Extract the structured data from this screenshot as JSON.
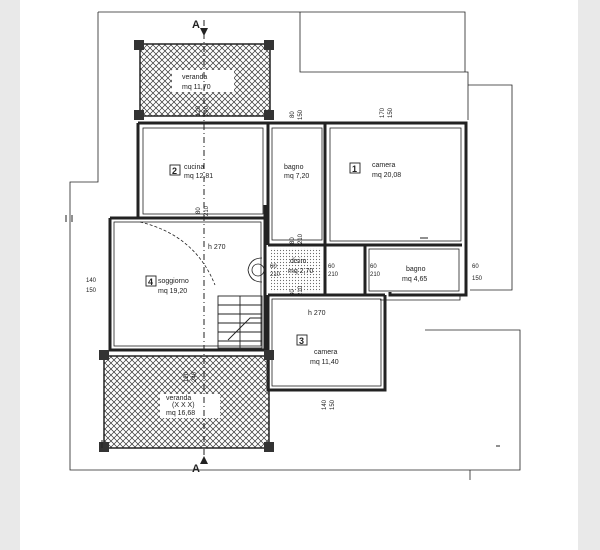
{
  "rooms": {
    "veranda_top": {
      "name": "veranda",
      "area": "mq 11,70"
    },
    "cucina": {
      "number": "2",
      "name": "cucina",
      "area": "mq 12,81"
    },
    "bagno_top": {
      "name": "bagno",
      "area": "mq 7,20"
    },
    "camera_top": {
      "number": "1",
      "name": "camera",
      "area": "mq 20,08"
    },
    "soggiorno": {
      "number": "4",
      "name": "soggiorno",
      "area": "mq 19,20",
      "height": "h 270"
    },
    "disimpegno": {
      "name": "disim.",
      "area": "mq 2,70"
    },
    "bagno_right": {
      "name": "bagno",
      "area": "mq 4,65"
    },
    "camera_bottom": {
      "number": "3",
      "name": "camera",
      "area": "mq 11,40",
      "height": "h 270"
    },
    "veranda_bottom": {
      "name": "veranda",
      "area": "mq 16,68",
      "note": "(X X X)"
    }
  },
  "section_marks": {
    "top": "A",
    "bottom": "A"
  },
  "dimensions": {
    "d120": "120",
    "d240": "240",
    "d80": "80",
    "d150": "150",
    "d170": "170",
    "d210": "210",
    "d60": "60",
    "d270": "270",
    "d140": "140",
    "d140_150": "140\n150"
  },
  "colors": {
    "line": "#222222",
    "hatch": "#333333",
    "paper": "#ffffff",
    "frame": "#e9e9e9"
  }
}
